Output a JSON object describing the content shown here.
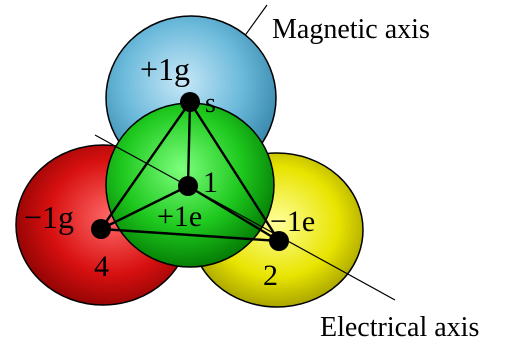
{
  "labels": {
    "magnetic_axis": "Magnetic axis",
    "electrical_axis": "Electrical axis",
    "top_charge": "+1g",
    "top_vertex": "s",
    "center_vertex": "1",
    "center_charge": "+1e",
    "left_charge": "−1g",
    "left_vertex": "4",
    "right_charge": "−1e",
    "right_vertex": "2"
  },
  "spheres": {
    "top": {
      "name": "blue sphere",
      "light": "#c8e8f8",
      "mid": "#6ab9da",
      "dark": "#2e7ea3"
    },
    "left": {
      "name": "red sphere",
      "light": "#ff6a6a",
      "mid": "#d81010",
      "dark": "#7a0000"
    },
    "right": {
      "name": "yellow sphere",
      "light": "#ffff9a",
      "mid": "#e8e400",
      "dark": "#8a8500"
    },
    "center": {
      "name": "green sphere",
      "light": "#7dff7d",
      "mid": "#1ec81e",
      "dark": "#007000"
    }
  }
}
